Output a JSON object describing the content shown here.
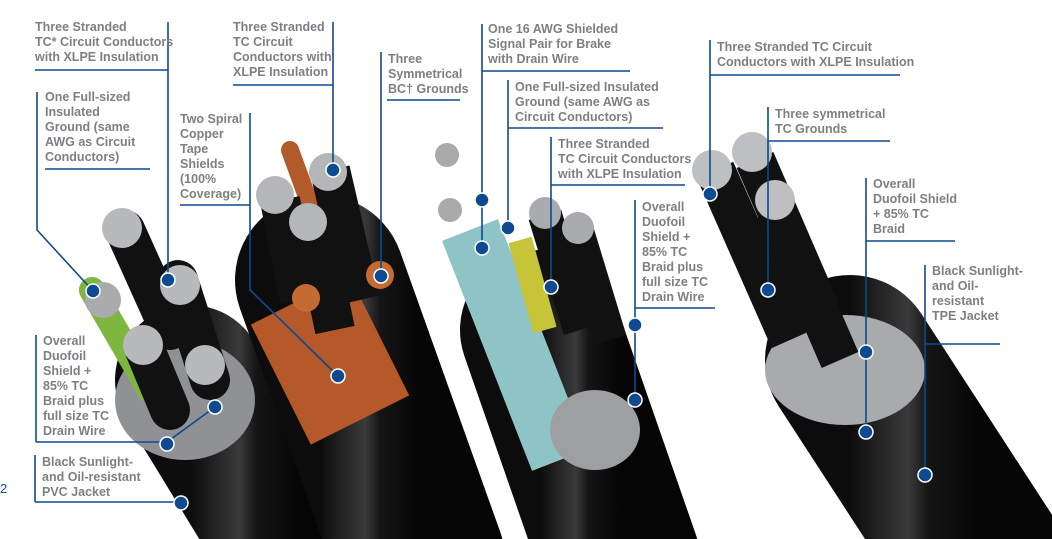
{
  "page_number": "2",
  "accent_color": "#0d4a8f",
  "labels": {
    "c1_conductors": "Three Stranded\nTC* Circuit Conductors\nwith XLPE Insulation",
    "c1_ground": "One Full-sized\nInsulated\nGround (same\nAWG as Circuit\nConductors)",
    "c1_shield": "Overall\nDuofoil\nShield +\n85% TC\nBraid plus\nfull size TC\nDrain Wire",
    "c1_jacket": "Black Sunlight-\nand Oil-resistant\nPVC Jacket",
    "c2_conductors": "Three Stranded\nTC Circuit\nConductors with\nXLPE Insulation",
    "c2_tape": "Two Spiral\nCopper\nTape\nShields\n(100%\nCoverage)",
    "c2_grounds": "Three\nSymmetrical\nBC† Grounds",
    "c3_signal": "One 16 AWG Shielded\nSignal Pair for Brake\nwith Drain Wire",
    "c3_ground": "One Full-sized Insulated\nGround (same AWG as\nCircuit Conductors)",
    "c3_conductors": "Three Stranded\nTC Circuit Conductors\nwith XLPE Insulation",
    "c3_shield": "Overall\nDuofoil\nShield +\n85% TC\nBraid plus\nfull size TC\nDrain Wire",
    "c4_conductors": "Three Stranded TC Circuit\nConductors with XLPE Insulation",
    "c4_grounds": "Three symmetrical\nTC Grounds",
    "c4_shield": "Overall\nDuofoil Shield\n+ 85% TC\nBraid",
    "c4_jacket": "Black Sunlight-\nand Oil-\nresistant\nTPE Jacket"
  }
}
